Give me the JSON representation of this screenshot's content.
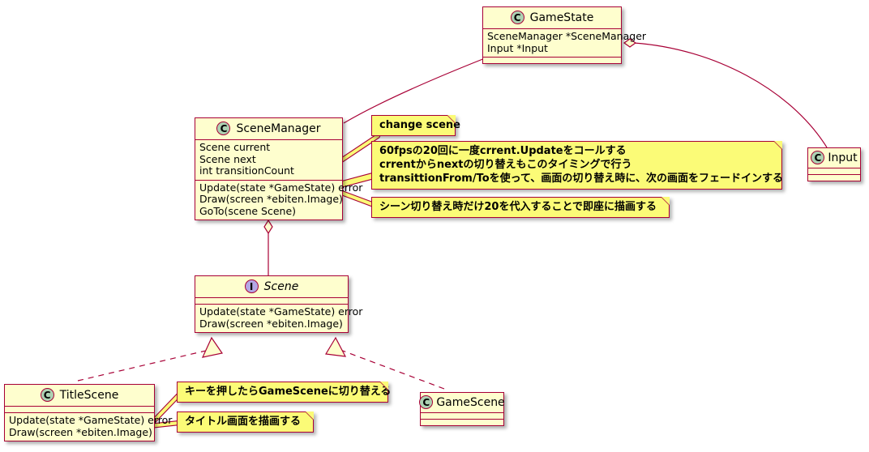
{
  "diagram": {
    "kind": "uml-class-diagram",
    "colors": {
      "class_fill": "#FEFECE",
      "note_fill": "#FBFB77",
      "border": "#A80036",
      "class_stereotype_fill": "#ADD1B2",
      "interface_stereotype_fill": "#B4A7E5",
      "link_line": "#A80036",
      "note_link": "#FBFB77",
      "background": "#FFFFFF"
    }
  },
  "classes": {
    "gamestate": {
      "name": "GameState",
      "stereotype": "C",
      "fields": [
        "SceneManager *SceneManager",
        "Input *Input"
      ],
      "methods": []
    },
    "scenemanager": {
      "name": "SceneManager",
      "stereotype": "C",
      "fields": [
        "Scene current",
        "Scene next",
        "int transitionCount"
      ],
      "methods": [
        "Update(state *GameState) error",
        "Draw(screen *ebiten.Image)",
        "GoTo(scene Scene)"
      ]
    },
    "input": {
      "name": "Input",
      "stereotype": "C",
      "fields": [],
      "methods": []
    },
    "scene": {
      "name": "Scene",
      "stereotype": "I",
      "fields": [],
      "methods": [
        "Update(state *GameState) error",
        "Draw(screen *ebiten.Image)"
      ]
    },
    "titlescene": {
      "name": "TitleScene",
      "stereotype": "C",
      "fields": [],
      "methods": [
        "Update(state *GameState) error",
        "Draw(screen *ebiten.Image)"
      ]
    },
    "gamescene": {
      "name": "GameScene",
      "stereotype": "C",
      "fields": [],
      "methods": []
    }
  },
  "notes": {
    "change_scene": {
      "lines": [
        "change scene"
      ]
    },
    "update_timing": {
      "lines": [
        "60fpsの20回に一度crrent.Updateをコールする",
        "crrentからnextの切り替えもこのタイミングで行う",
        "transittionFrom/Toを使って、画面の切り替え時に、次の画面をフェードインする"
      ]
    },
    "transition_count": {
      "lines": [
        "シーン切り替え時だけ20を代入することで即座に描画する"
      ]
    },
    "title_key": {
      "lines": [
        "キーを押したらGameSceneに切り替える"
      ]
    },
    "title_draw": {
      "lines": [
        "タイトル画面を描画する"
      ]
    }
  },
  "relations": [
    {
      "from": "GameState",
      "to": "SceneManager",
      "type": "aggregation"
    },
    {
      "from": "GameState",
      "to": "Input",
      "type": "aggregation"
    },
    {
      "from": "SceneManager",
      "to": "Scene",
      "type": "aggregation"
    },
    {
      "from": "TitleScene",
      "to": "Scene",
      "type": "realization"
    },
    {
      "from": "GameScene",
      "to": "Scene",
      "type": "realization"
    }
  ]
}
